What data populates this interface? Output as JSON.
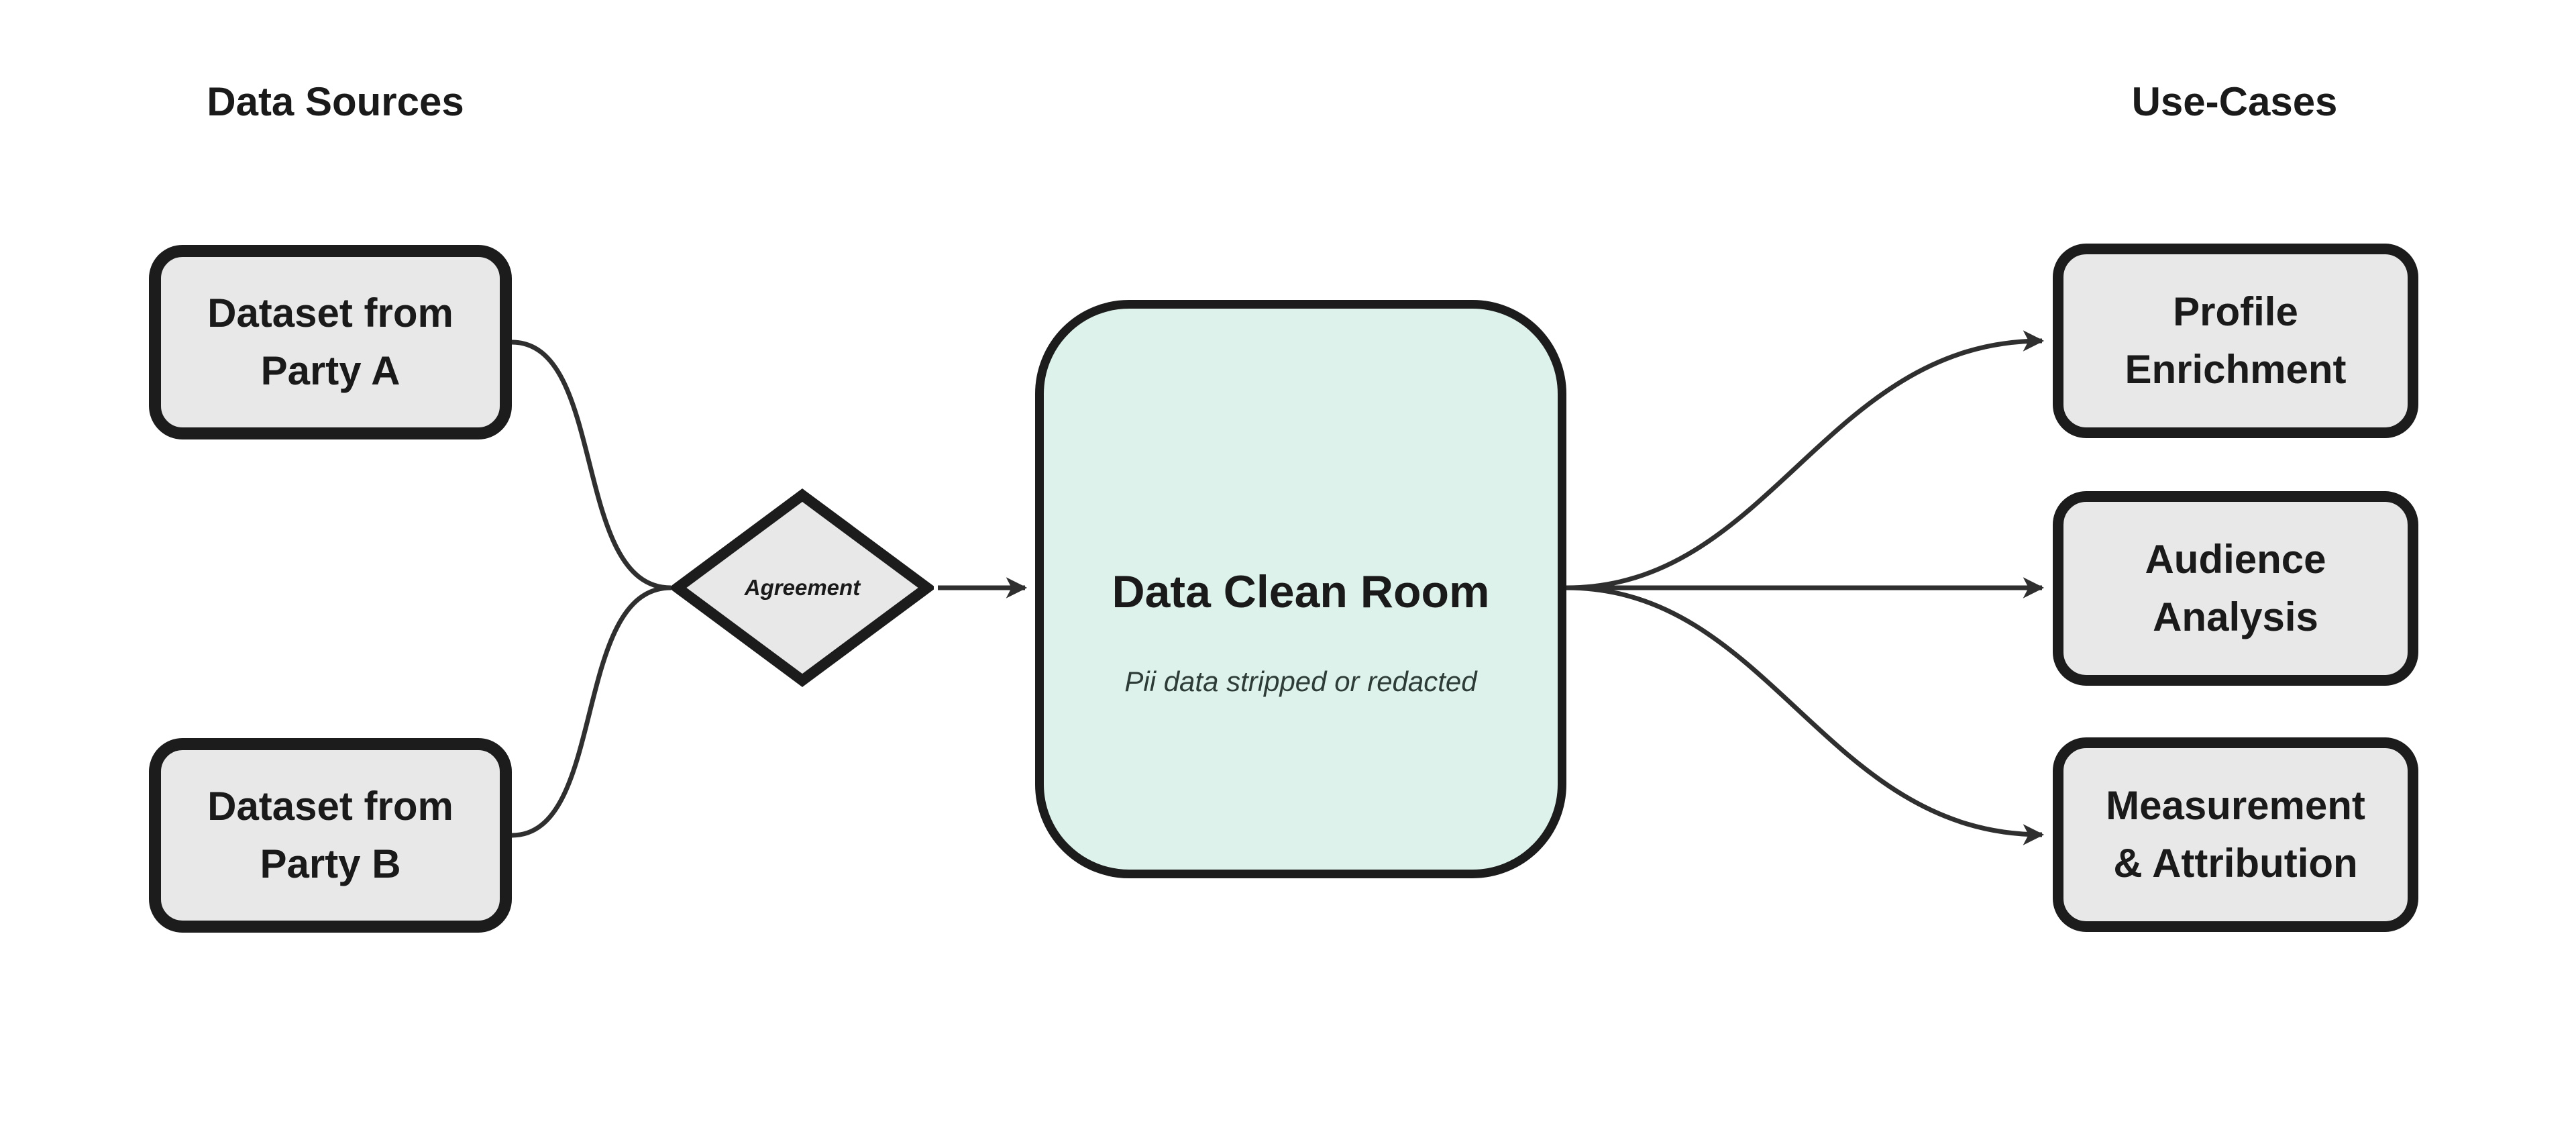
{
  "headings": {
    "left": "Data Sources",
    "right": "Use-Cases"
  },
  "sources": [
    {
      "line1": "Dataset from",
      "line2": "Party A"
    },
    {
      "line1": "Dataset from",
      "line2": "Party B"
    }
  ],
  "gate": {
    "label": "Agreement"
  },
  "clean_room": {
    "title": "Data Clean Room",
    "subtitle": "Pii data stripped or redacted"
  },
  "use_cases": [
    {
      "line1": "Profile",
      "line2": "Enrichment"
    },
    {
      "line1": "Audience",
      "line2": "Analysis"
    },
    {
      "line1": "Measurement",
      "line2": "& Attribution"
    }
  ],
  "colors": {
    "node_fill": "#e8e8e8",
    "clean_room_fill": "#def2ec",
    "border": "#1c1c1c",
    "connector": "#2f2f2f",
    "text": "#1a1a1a",
    "subtitle_text": "#2e3c38"
  }
}
